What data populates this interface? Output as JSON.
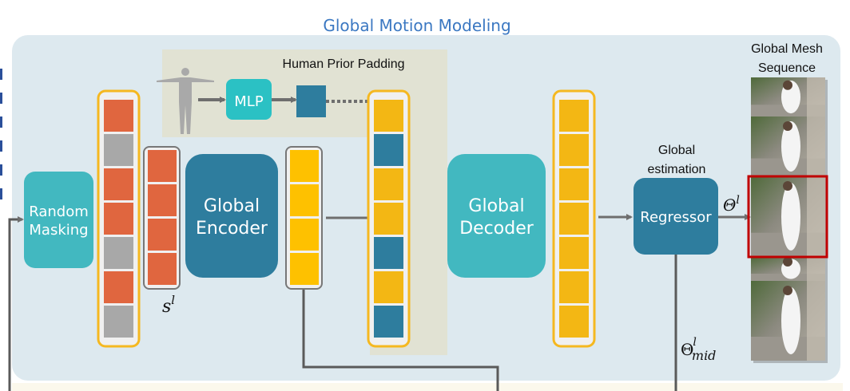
{
  "title": "Global Motion Modeling",
  "prior_padding": {
    "label": "Human Prior Padding",
    "mlp": "MLP"
  },
  "blocks": {
    "random_masking": [
      "Random",
      "Masking"
    ],
    "encoder": [
      "Global",
      "Encoder"
    ],
    "decoder": [
      "Global",
      "Decoder"
    ],
    "regressor": "Regressor"
  },
  "labels": {
    "s": "s",
    "s_sup": "l",
    "theta": "Θ",
    "theta_sup": "l",
    "theta_mid": "Θ",
    "theta_mid_sup": "l",
    "theta_mid_sub": "mid",
    "global_estimation": [
      "Global",
      "estimation"
    ],
    "mesh_sequence": [
      "Global Mesh",
      "Sequence"
    ]
  },
  "tokens": {
    "masked_input": [
      "visible",
      "masked",
      "visible",
      "visible",
      "masked",
      "visible",
      "masked"
    ],
    "visible_count": 4,
    "encoded_count": 4,
    "padded": [
      "feature",
      "prior",
      "feature",
      "feature",
      "prior",
      "feature",
      "prior"
    ],
    "decoded_count": 7
  },
  "colors": {
    "title": "#3b78c2",
    "panel": "#dde9ef",
    "prior_bg": "#e1e2d3",
    "visible": "#e0663f",
    "masked": "#a8a8a8",
    "feature": "#f3b714",
    "encoded": "#fec100",
    "prior": "#2e7d9e",
    "teal": "#42b8c0",
    "dark_teal": "#2e7d9e",
    "highlight": "#c00000"
  }
}
